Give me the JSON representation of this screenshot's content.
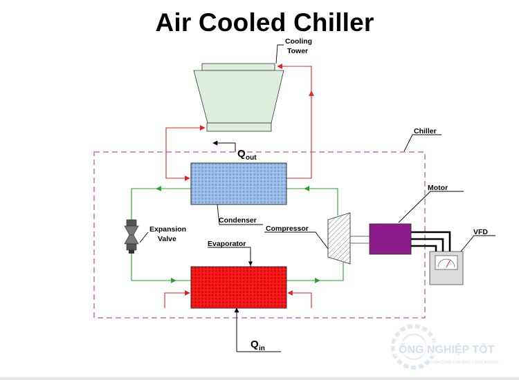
{
  "title": "Air Cooled Chiller",
  "labels": {
    "cooling_tower": [
      "Cooling",
      "Tower"
    ],
    "chiller": "Chiller",
    "q_out": {
      "main": "Q",
      "sub": "out"
    },
    "q_in": {
      "main": "Q",
      "sub": "in"
    },
    "condenser": "Condenser",
    "evaporator": "Evaporator",
    "compressor": "Compressor",
    "expansion_valve": [
      "Expansion",
      "Valve"
    ],
    "motor": "Motor",
    "vfd": "VFD"
  },
  "watermark": {
    "brand": "ỐNG NGHIỆP TỐT",
    "tagline": "CHUYÊN CUNG CẤP ỐNG CÔNG NGHIỆP"
  },
  "colors": {
    "hot_line": "#e82020",
    "refrigerant_line": "#2aa02a",
    "tower_fill": "#ddeedd",
    "condenser_fill": "#9fc2ea",
    "evaporator_fill": "#ff1a1a",
    "motor_fill": "#8c1b8c",
    "chiller_border": "#b050b0",
    "vfd_fill": "#dcdcdc",
    "watermark": "#c8d6e6"
  }
}
